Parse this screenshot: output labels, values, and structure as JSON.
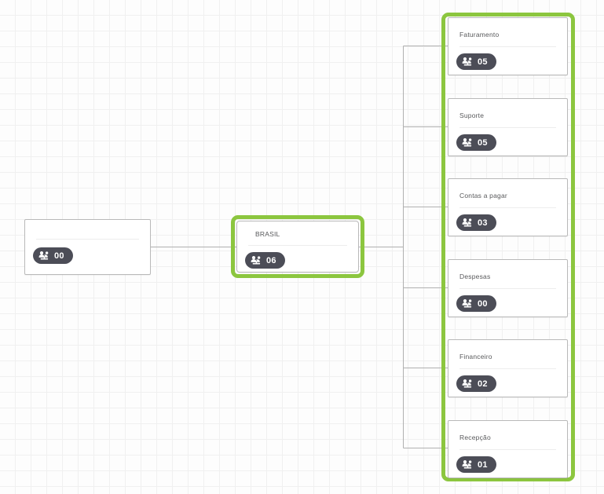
{
  "canvas": {
    "background_color": "#fdfdfd",
    "grid_color": "#f0f0f0",
    "grid_size": 20
  },
  "theme": {
    "accent_green": "#8cc63f",
    "badge_background": "#4c4d57",
    "badge_text": "#ffffff",
    "node_border": "#b9b9b9",
    "node_background": "#ffffff",
    "title_text": "#58595b",
    "connector_line": "#b0b0b0"
  },
  "icons": {
    "users": "users-group-icon"
  },
  "nodes": {
    "root": {
      "title": "",
      "count": "00",
      "selected": false
    },
    "brasil": {
      "title": "BRASIL",
      "count": "06",
      "selected": true
    }
  },
  "departments": {
    "selected": true,
    "items": [
      {
        "title": "Faturamento",
        "count": "05"
      },
      {
        "title": "Suporte",
        "count": "05"
      },
      {
        "title": "Contas a pagar",
        "count": "03"
      },
      {
        "title": "Despesas",
        "count": "00"
      },
      {
        "title": "Financeiro",
        "count": "02"
      },
      {
        "title": "Recepção",
        "count": "01"
      }
    ]
  }
}
